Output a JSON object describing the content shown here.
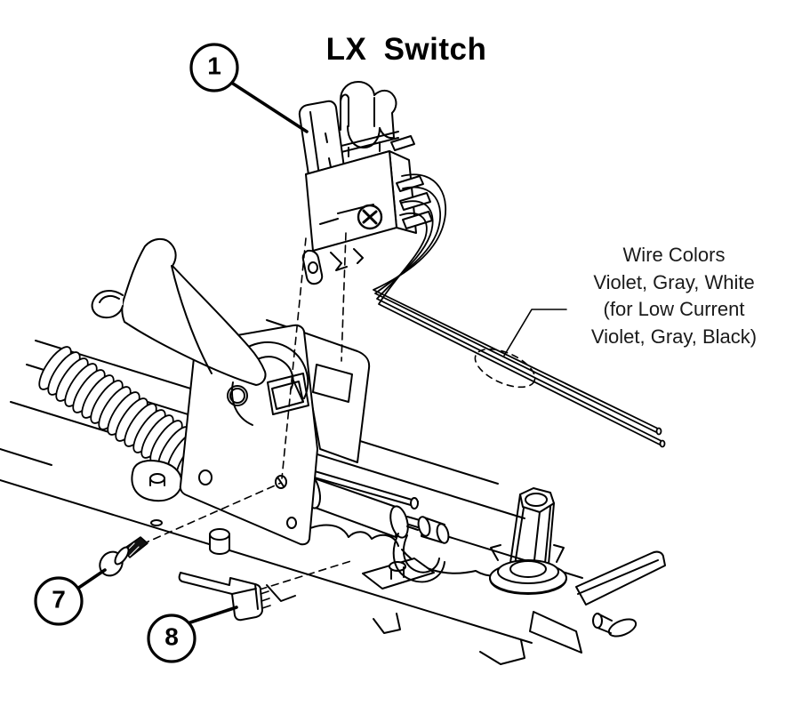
{
  "title": "LX Switch",
  "annotation": {
    "lines": [
      "Wire Colors",
      "Violet, Gray, White",
      "(for Low Current",
      "Violet, Gray, Black)"
    ]
  },
  "callouts": [
    {
      "number": "1"
    },
    {
      "number": "7"
    },
    {
      "number": "8"
    }
  ],
  "colors": {
    "line": "#000000",
    "background": "#ffffff"
  }
}
